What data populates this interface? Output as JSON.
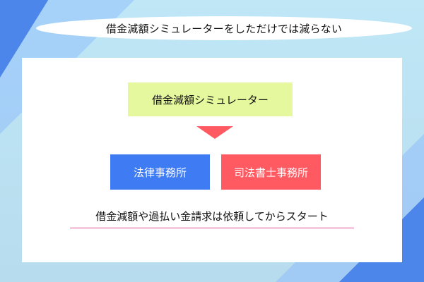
{
  "header": {
    "banner_text": "借金減額シミュレーターをしただけでは減らない"
  },
  "panel": {
    "simulator_label": "借金減額シミュレーター",
    "options": [
      {
        "label": "法律事務所",
        "color": "#3f7cf4"
      },
      {
        "label": "司法書士事務所",
        "color": "#ff5961"
      }
    ],
    "note_text": "借金減額や過払い金請求は依頼してからスタート"
  },
  "colors": {
    "simulator_bg": "#e5f89d",
    "arrow": "#ff5a61",
    "underline": "#f6c9df",
    "background": "#bfe7f6",
    "accent_triangle": "#4d86ea"
  }
}
